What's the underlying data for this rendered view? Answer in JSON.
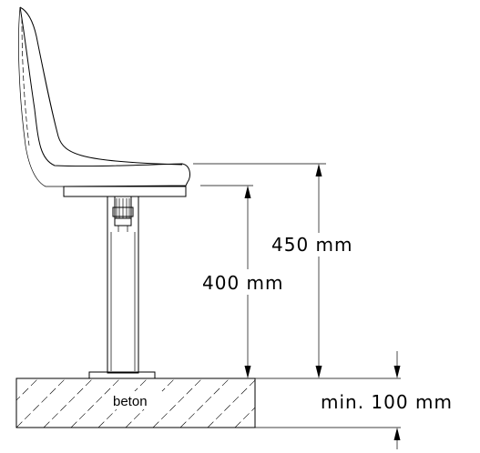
{
  "dimensions": {
    "seat_height_total": "450 mm",
    "seat_height": "400 mm",
    "min_depth": "min. 100 mm"
  },
  "material_label": "beton"
}
